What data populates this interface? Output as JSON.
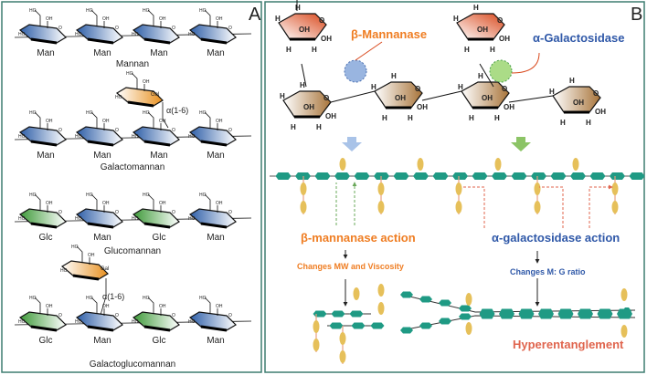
{
  "panel_a": {
    "letter": "A",
    "mannan": {
      "units": [
        "Man",
        "Man",
        "Man",
        "Man"
      ],
      "name": "Mannan"
    },
    "galactomannan": {
      "units": [
        "Man",
        "Man",
        "Man",
        "Man"
      ],
      "side": "Gal",
      "linkage": "α(1-6)",
      "name": "Galactomannan"
    },
    "glucomannan": {
      "units": [
        "Glc",
        "Man",
        "Glc",
        "Man"
      ],
      "name": "Glucomannan"
    },
    "galactoglucomannan": {
      "units": [
        "Glc",
        "Man",
        "Glc",
        "Man"
      ],
      "side": "Gal",
      "linkage": "α(1-6)",
      "name": "Galactoglucomannan"
    },
    "ring_labels": {
      "ho": "HO",
      "oh": "OH",
      "o": "O"
    }
  },
  "panel_b": {
    "letter": "B",
    "enzyme_1": "β-Mannanase",
    "enzyme_2": "α-Galactosidase",
    "ring_labels": {
      "h": "H",
      "oh": "OH",
      "o": "O"
    },
    "action_1": "β-mannanase action",
    "effect_1": "Changes MW and Viscosity",
    "action_2": "α-galactosidase action",
    "effect_2": "Changes M: G ratio",
    "result": "Hyperentanglement"
  },
  "colors": {
    "border": "#3e7d70",
    "mannose": "#3d6fb5",
    "glucose": "#4fa84a",
    "galactose": "#e8901f",
    "backbone_unit": "#1f9a84",
    "side_unit": "#e6c05a",
    "orange_text": "#ef7d22",
    "blue_text": "#2f58a8",
    "red_text": "#e0654e",
    "ring_b": "#a8743a"
  }
}
